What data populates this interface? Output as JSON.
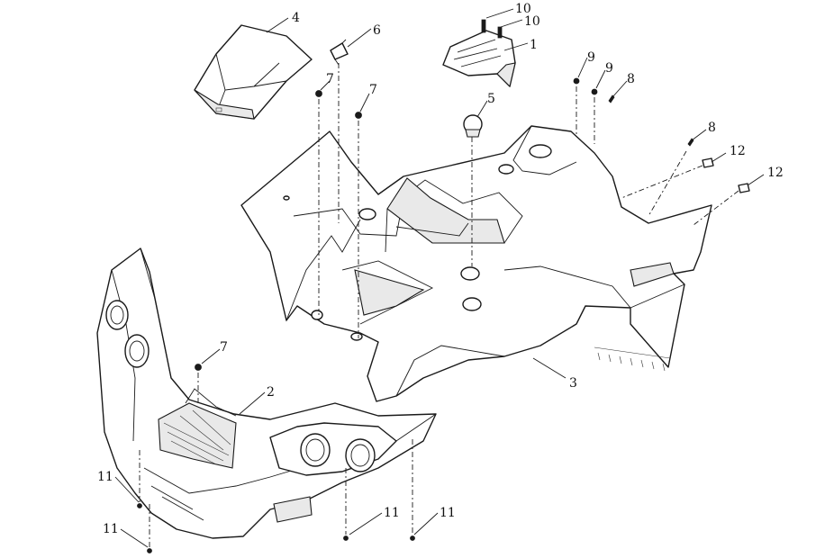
{
  "callouts": [
    {
      "id": "c4",
      "label": "4"
    },
    {
      "id": "c6",
      "label": "6"
    },
    {
      "id": "c10a",
      "label": "10"
    },
    {
      "id": "c10b",
      "label": "10"
    },
    {
      "id": "c1",
      "label": "1"
    },
    {
      "id": "c7a",
      "label": "7"
    },
    {
      "id": "c7b",
      "label": "7"
    },
    {
      "id": "c5",
      "label": "5"
    },
    {
      "id": "c9a",
      "label": "9"
    },
    {
      "id": "c9b",
      "label": "9"
    },
    {
      "id": "c8a",
      "label": "8"
    },
    {
      "id": "c8b",
      "label": "8"
    },
    {
      "id": "c12a",
      "label": "12"
    },
    {
      "id": "c12b",
      "label": "12"
    },
    {
      "id": "c3",
      "label": "3"
    },
    {
      "id": "c7c",
      "label": "7"
    },
    {
      "id": "c2",
      "label": "2"
    },
    {
      "id": "c11a",
      "label": "11"
    },
    {
      "id": "c11b",
      "label": "11"
    },
    {
      "id": "c11c",
      "label": "11"
    },
    {
      "id": "c11d",
      "label": "11"
    }
  ]
}
